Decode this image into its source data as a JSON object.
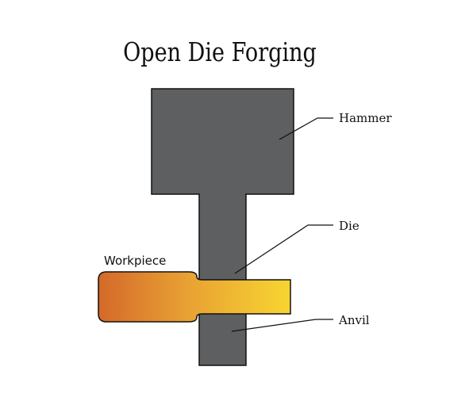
{
  "title": "Open Die Forging",
  "labels": {
    "hammer": "Hammer",
    "die": "Die",
    "anvil": "Anvil",
    "workpiece": "Workpiece"
  },
  "colors": {
    "metal": "#5e5f61",
    "outline": "#111111",
    "workpiece_hot": "#d4692a",
    "workpiece_mid": "#e8a033",
    "workpiece_cool": "#f7d531"
  }
}
